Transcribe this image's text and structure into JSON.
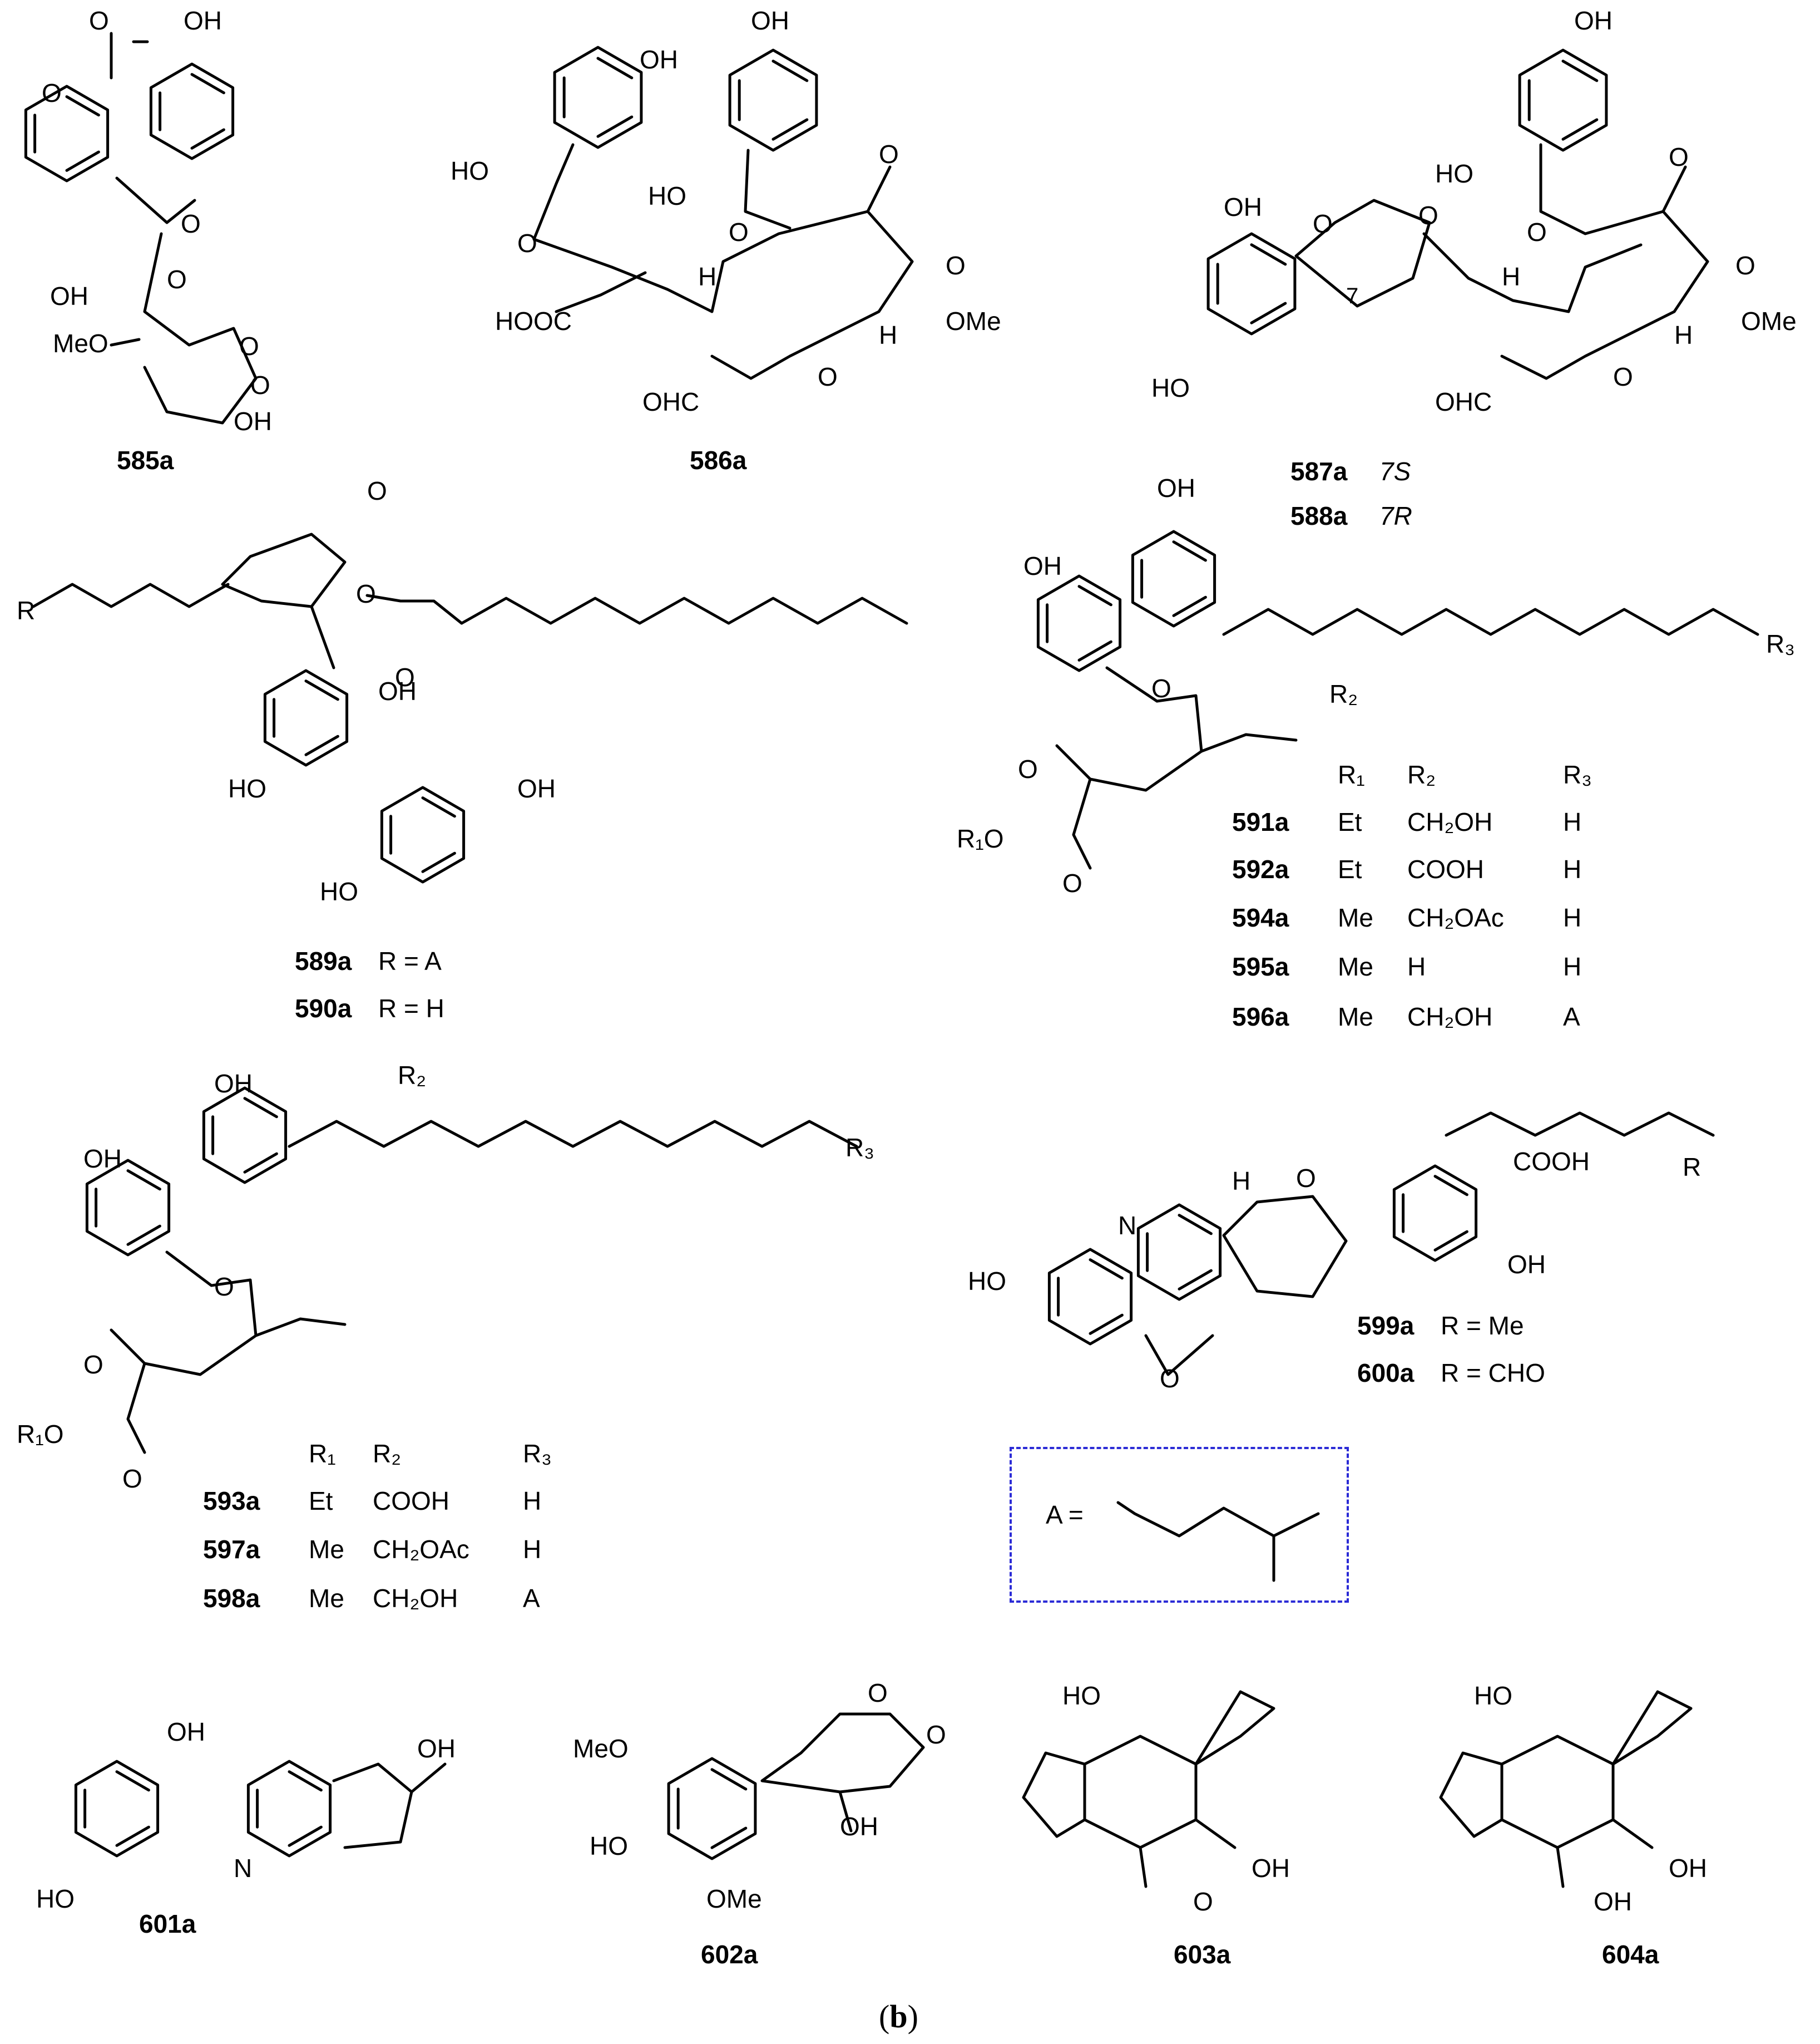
{
  "figure": {
    "panel_caption": {
      "open": "(",
      "letter": "b",
      "close": ")"
    }
  },
  "atoms": {
    "oh": "OH",
    "ho": "HO",
    "o": "O",
    "h": "H",
    "n": "N",
    "ome": "OMe",
    "meo": "MeO",
    "hooc": "HOOC",
    "ohc": "OHC",
    "r": "R",
    "r1o": "R₁O",
    "r2": "R₂",
    "r3": "R₃",
    "stereo7": "7",
    "cooh": "COOH",
    "a_eq": "A ="
  },
  "compounds": [
    {
      "id": "585a"
    },
    {
      "id": "586a"
    },
    {
      "id": "587a",
      "note": "7S"
    },
    {
      "id": "588a",
      "note": "7R"
    },
    {
      "id": "589a",
      "note": "R = A"
    },
    {
      "id": "590a",
      "note": "R = H"
    },
    {
      "id": "599a",
      "note": "R = Me"
    },
    {
      "id": "600a",
      "note": "R = CHO"
    },
    {
      "id": "601a"
    },
    {
      "id": "602a"
    },
    {
      "id": "603a"
    },
    {
      "id": "604a"
    }
  ],
  "table_591": {
    "headers": [
      "R₁",
      "R₂",
      "R₃"
    ],
    "rows": [
      {
        "id": "591a",
        "r1": "Et",
        "r2": "CH₂OH",
        "r3": "H"
      },
      {
        "id": "592a",
        "r1": "Et",
        "r2": "COOH",
        "r3": "H"
      },
      {
        "id": "594a",
        "r1": "Me",
        "r2": "CH₂OAc",
        "r3": "H"
      },
      {
        "id": "595a",
        "r1": "Me",
        "r2": "H",
        "r3": "H"
      },
      {
        "id": "596a",
        "r1": "Me",
        "r2": "CH₂OH",
        "r3": "A"
      }
    ]
  },
  "table_593": {
    "headers": [
      "R₁",
      "R₂",
      "R₃"
    ],
    "rows": [
      {
        "id": "593a",
        "r1": "Et",
        "r2": "COOH",
        "r3": "H"
      },
      {
        "id": "597a",
        "r1": "Me",
        "r2": "CH₂OAc",
        "r3": "H"
      },
      {
        "id": "598a",
        "r1": "Me",
        "r2": "CH₂OH",
        "r3": "A"
      }
    ]
  },
  "colors": {
    "bond": "#000000",
    "legend_border": "#2b2bd6"
  }
}
